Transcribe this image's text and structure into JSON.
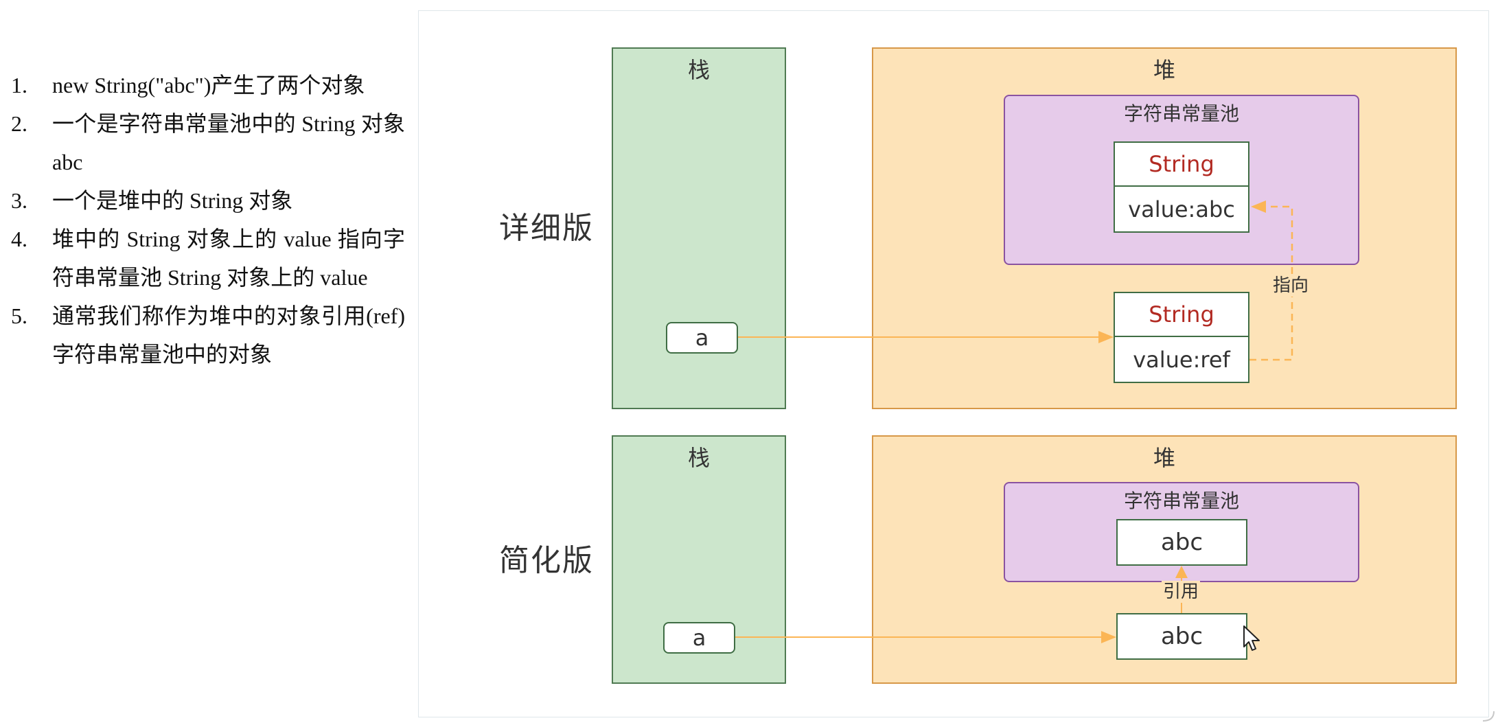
{
  "notes": [
    {
      "num": "1.",
      "text": "new String(\"abc\")产生了两个对象"
    },
    {
      "num": "2.",
      "text": "一个是字符串常量池中的 String 对象 abc"
    },
    {
      "num": "3.",
      "text": "一个是堆中的 String 对象"
    },
    {
      "num": "4.",
      "text": "堆中的 String 对象上的 value 指向字符串常量池 String 对象上的 value"
    },
    {
      "num": "5.",
      "text": "通常我们称作为堆中的对象引用(ref)字符串常量池中的对象"
    }
  ],
  "detailed": {
    "label": "详细版",
    "stack_title": "栈",
    "heap_title": "堆",
    "pool_title": "字符串常量池",
    "pool_object": {
      "type": "String",
      "field": "value:abc"
    },
    "heap_object": {
      "type": "String",
      "field": "value:ref"
    },
    "variable": "a",
    "edge_label": "指向"
  },
  "simplified": {
    "label": "简化版",
    "stack_title": "栈",
    "heap_title": "堆",
    "pool_title": "字符串常量池",
    "pool_value": "abc",
    "heap_value": "abc",
    "variable": "a",
    "edge_label": "引用"
  },
  "colors": {
    "stack_fill": "#cce6cc",
    "heap_fill": "#fde3b8",
    "pool_fill": "#e6cbea",
    "arrow": "#fbb555",
    "type_text": "#b22a22"
  }
}
